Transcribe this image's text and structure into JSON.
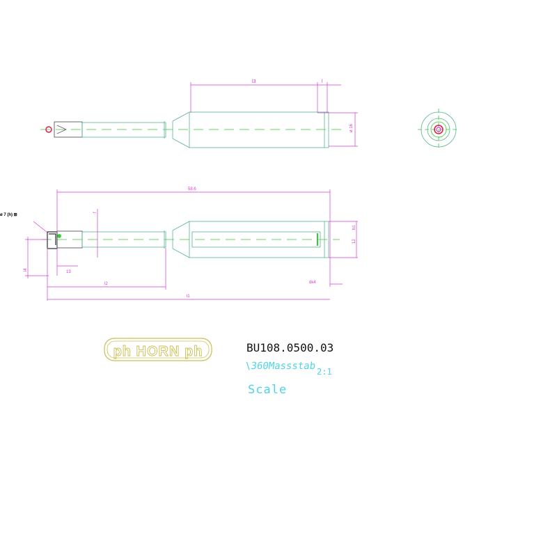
{
  "colors": {
    "background": "#ffffff",
    "outline": "#55b58a",
    "centerline": "#33cc33",
    "dimension": "#d23ad2",
    "insert": "#000000",
    "logo": "#c8c050",
    "scale_text": "#4fd3e8",
    "drawing_no": "#111111",
    "front_view_red": "#e0204a"
  },
  "top_view": {
    "dim_l3": "l3",
    "dim_l": "l",
    "dim_d_shank": "ø 16"
  },
  "side_view": {
    "label_left": "ø 7 (h) ⊞",
    "dim_overall_upper": "58.6",
    "dim_f": "f",
    "dim_h": "h1",
    "dim_d12": "12",
    "dim_l4": "l4",
    "dim_l2": "l2",
    "dim_d4": "dk4",
    "dim_total": "l1",
    "dim_d_side": "13"
  },
  "title_block": {
    "logo_text": "ph HORN ph",
    "drawing_number": "BU108.0500.03",
    "scale_prefix": "\\360Massstab",
    "scale_value": "2:1",
    "scale_label": "Scale"
  }
}
